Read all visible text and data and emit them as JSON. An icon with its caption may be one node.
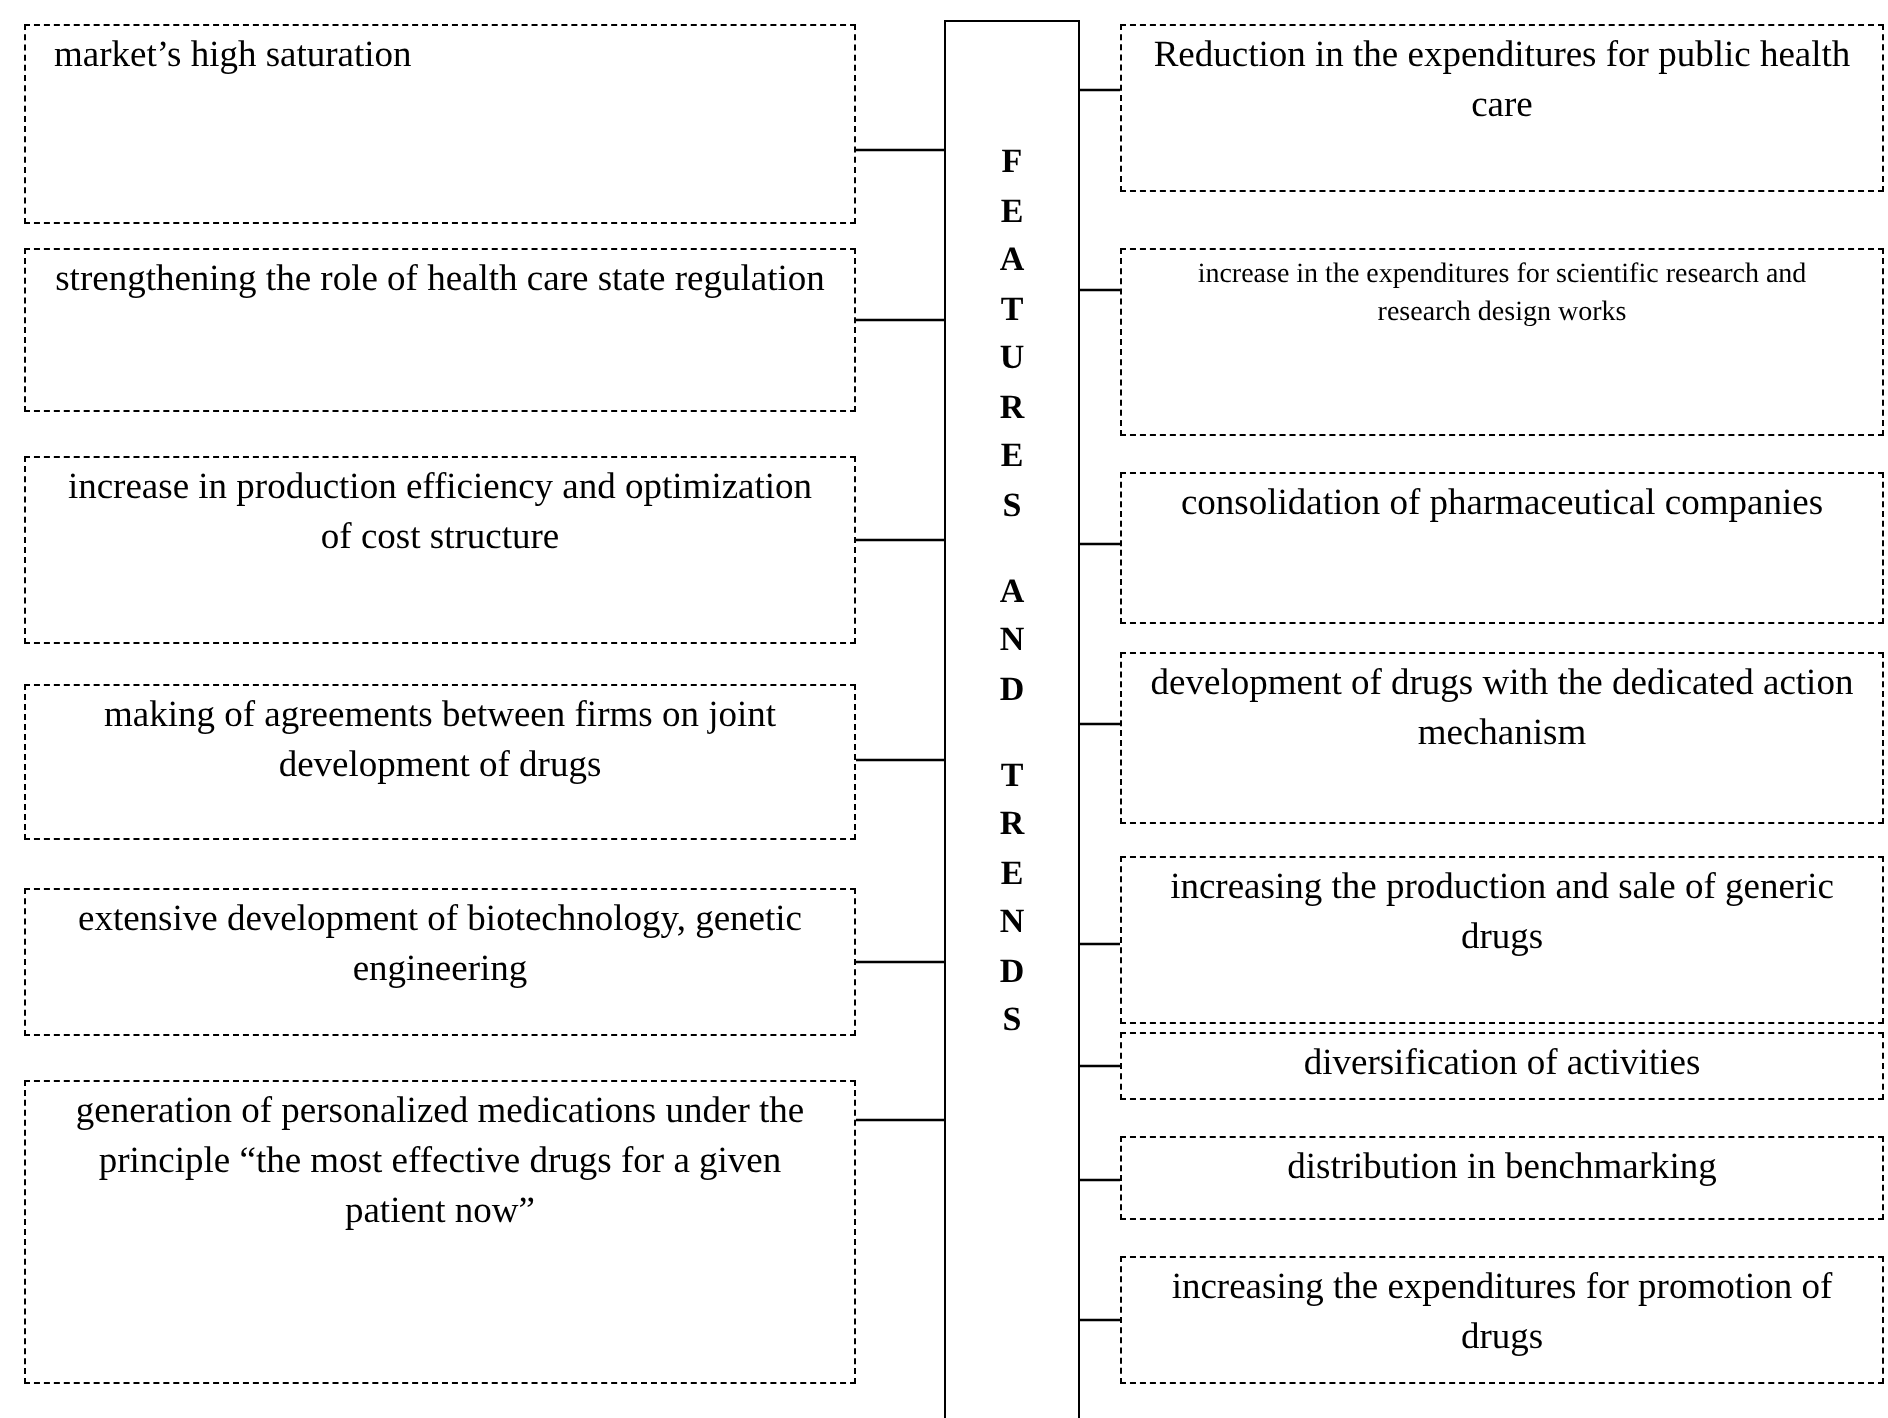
{
  "diagram": {
    "nodes": [
      {
        "text": [
          "FEATURES AND TRENDS"
        ]
      },
      {
        "text": [
          "market’s high saturation"
        ]
      },
      {
        "text": [
          "strengthening the role of health care state regulation"
        ]
      },
      {
        "text": [
          "increase in production efficiency and optimization of cost structure"
        ]
      },
      {
        "text": [
          "making of agreements between firms on joint development of drugs"
        ]
      },
      {
        "text": [
          "extensive development of biotechnology, genetic engineering"
        ]
      },
      {
        "text": [
          "generation of personalized medications under the principle “the most effective drugs for a given patient now”"
        ]
      },
      {
        "text": [
          "Reduction in the expenditures for public health care"
        ]
      },
      {
        "text": [
          "increase in the expenditures for scientific research and research design works"
        ]
      },
      {
        "text": [
          "consolidation of pharmaceutical companies"
        ]
      },
      {
        "text": [
          "development of drugs with the dedicated action mechanism"
        ]
      },
      {
        "text": [
          "increasing the production and sale of generic drugs"
        ]
      },
      {
        "text": [
          "diversification of activities"
        ]
      },
      {
        "text": [
          "distribution in benchmarking"
        ]
      },
      {
        "text": [
          "increasing the expenditures for promotion of drugs"
        ]
      }
    ],
    "edges": [
      {
        "from": 0,
        "to": 1,
        "arrow": "none"
      },
      {
        "from": 0,
        "to": 2,
        "arrow": "none"
      },
      {
        "from": 0,
        "to": 3,
        "arrow": "none"
      },
      {
        "from": 0,
        "to": 4,
        "arrow": "none"
      },
      {
        "from": 0,
        "to": 5,
        "arrow": "none"
      },
      {
        "from": 0,
        "to": 6,
        "arrow": "none"
      },
      {
        "from": 0,
        "to": 7,
        "arrow": "none"
      },
      {
        "from": 0,
        "to": 8,
        "arrow": "none"
      },
      {
        "from": 0,
        "to": 9,
        "arrow": "none"
      },
      {
        "from": 0,
        "to": 10,
        "arrow": "none"
      },
      {
        "from": 0,
        "to": 11,
        "arrow": "none"
      },
      {
        "from": 0,
        "to": 12,
        "arrow": "none"
      },
      {
        "from": 0,
        "to": 13,
        "arrow": "none"
      },
      {
        "from": 0,
        "to": 14,
        "arrow": "none"
      }
    ]
  }
}
